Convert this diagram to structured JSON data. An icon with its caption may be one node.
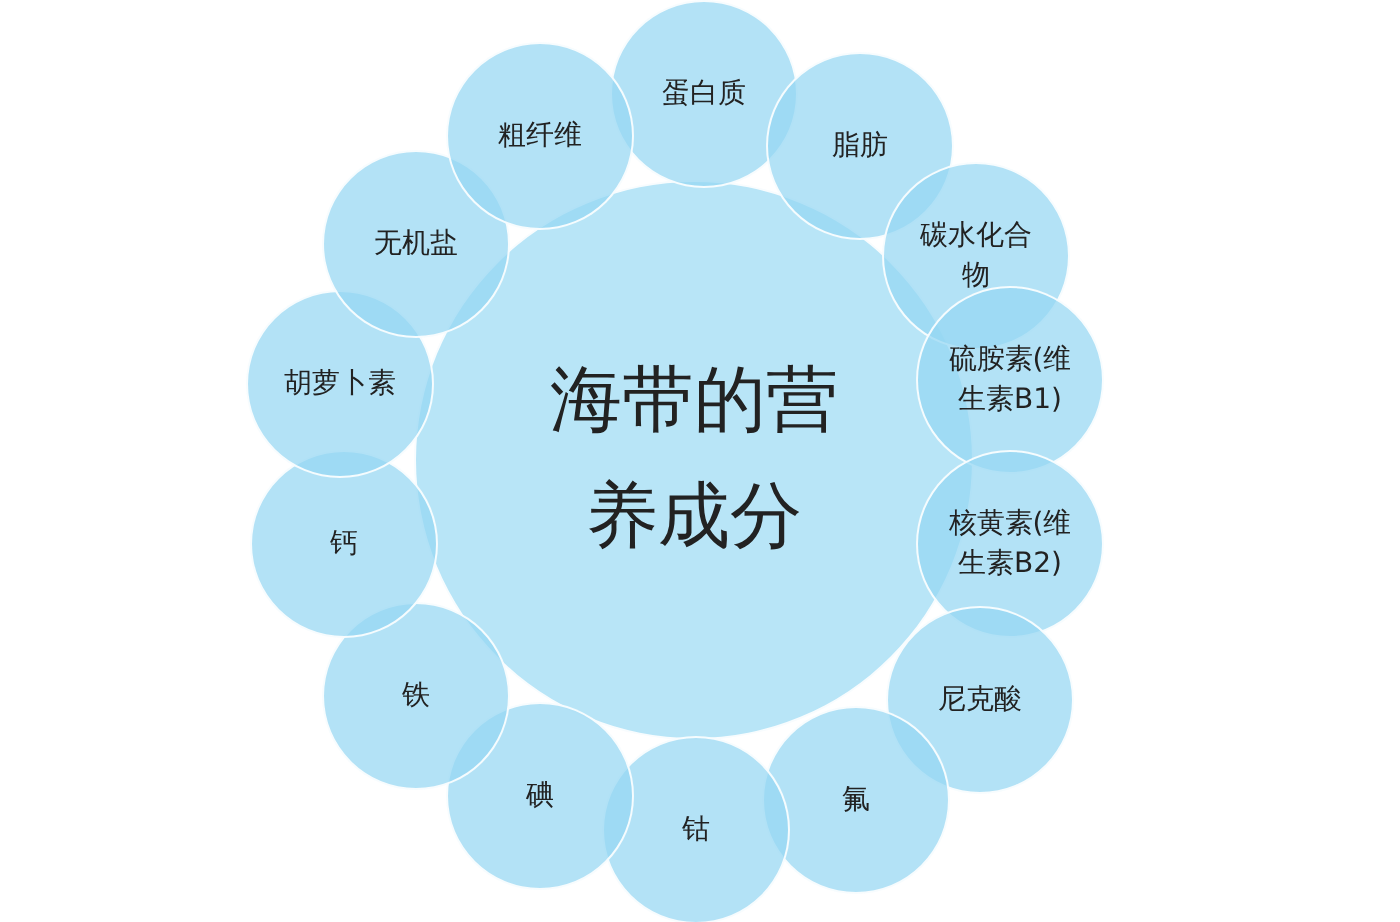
{
  "diagram": {
    "nodes": [
      {
        "text": [
          "海带的营养成分"
        ]
      },
      {
        "text": [
          "蛋白质"
        ]
      },
      {
        "text": [
          "脂肪"
        ]
      },
      {
        "text": [
          "碳水化合物"
        ]
      },
      {
        "text": [
          "硫胺素(维生素B1)"
        ]
      },
      {
        "text": [
          "核黄素(维生素B2)"
        ]
      },
      {
        "text": [
          "尼克酸"
        ]
      },
      {
        "text": [
          "氟"
        ]
      },
      {
        "text": [
          "钴"
        ]
      },
      {
        "text": [
          "碘"
        ]
      },
      {
        "text": [
          "铁"
        ]
      },
      {
        "text": [
          "钙"
        ]
      },
      {
        "text": [
          "胡萝卜素"
        ]
      },
      {
        "text": [
          "无机盐"
        ]
      },
      {
        "text": [
          "粗纤维"
        ]
      }
    ]
  }
}
